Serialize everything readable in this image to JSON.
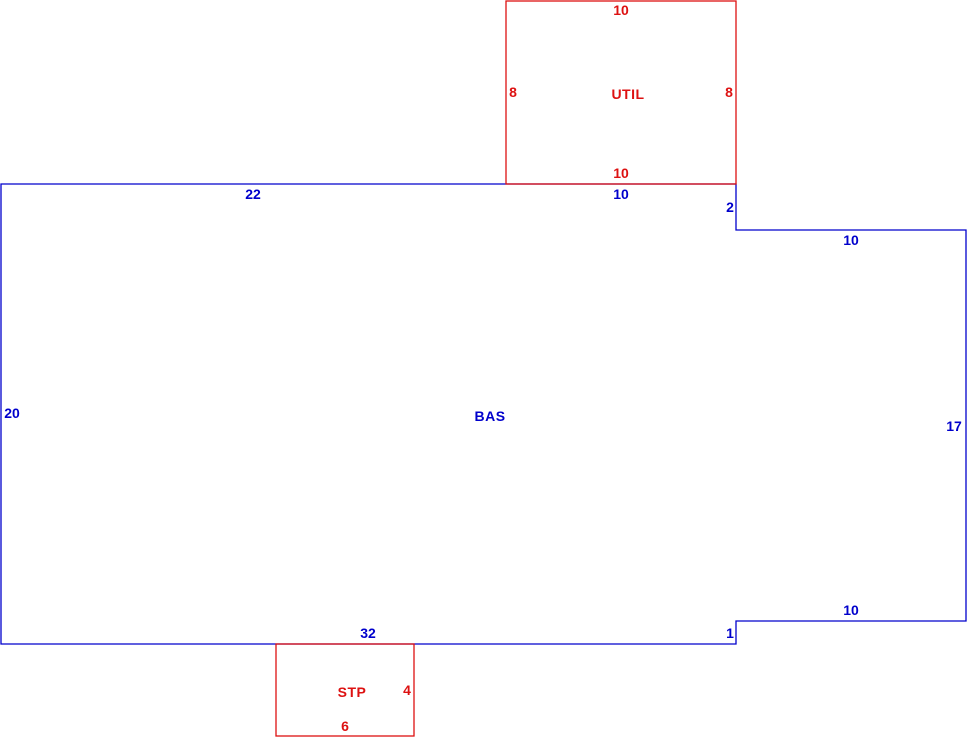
{
  "colors": {
    "primary_area": "#0000cc",
    "secondary_area": "#dd1111",
    "background": "#ffffff"
  },
  "areas": {
    "bas": {
      "name": "BAS",
      "dimensions": {
        "top_left": "22",
        "top_right": "10",
        "notch_top": "2",
        "wing_top": "10",
        "right": "17",
        "wing_bottom": "10",
        "notch_bottom": "1",
        "bottom": "32",
        "left": "20"
      }
    },
    "util": {
      "name": "UTIL",
      "dimensions": {
        "top": "10",
        "left": "8",
        "right": "8",
        "bottom": "10"
      }
    },
    "stp": {
      "name": "STP",
      "dimensions": {
        "right": "4",
        "bottom": "6"
      }
    }
  }
}
